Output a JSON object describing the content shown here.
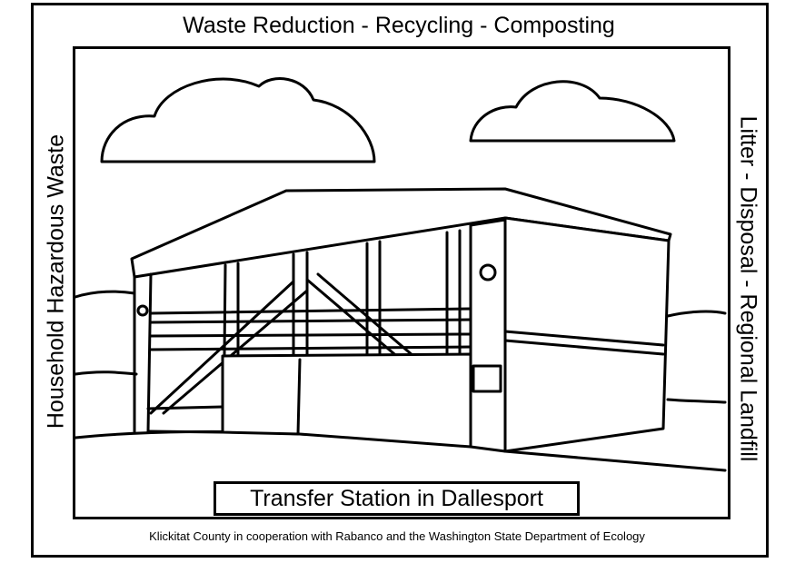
{
  "header": {
    "title": "Waste Reduction - Recycling - Composting"
  },
  "left_side": {
    "text": "Household Hazardous Waste"
  },
  "right_side": {
    "text": "Litter - Disposal - Regional Landfill"
  },
  "caption": {
    "text": "Transfer Station in Dallesport"
  },
  "footer": {
    "credit": "Klickitat County in cooperation with Rabanco and the Washington State Department of Ecology"
  },
  "colors": {
    "line": "#000000",
    "fill": "#ffffff"
  }
}
